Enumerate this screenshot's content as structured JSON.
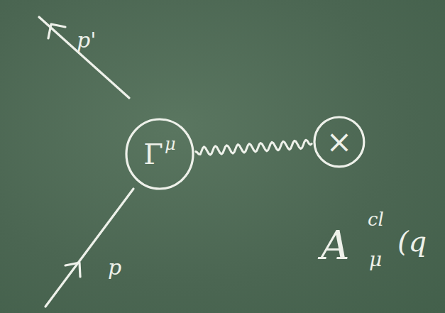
{
  "diagram": {
    "nodes": [
      {
        "text": [
          "Γ",
          "μ"
        ]
      },
      {
        "text": [
          "×"
        ]
      }
    ],
    "edges": [
      {
        "from": 0,
        "to": 1,
        "arrow": "none"
      }
    ],
    "labels": [
      "p'",
      "p",
      "A",
      "cl",
      "μ",
      "(q"
    ]
  }
}
